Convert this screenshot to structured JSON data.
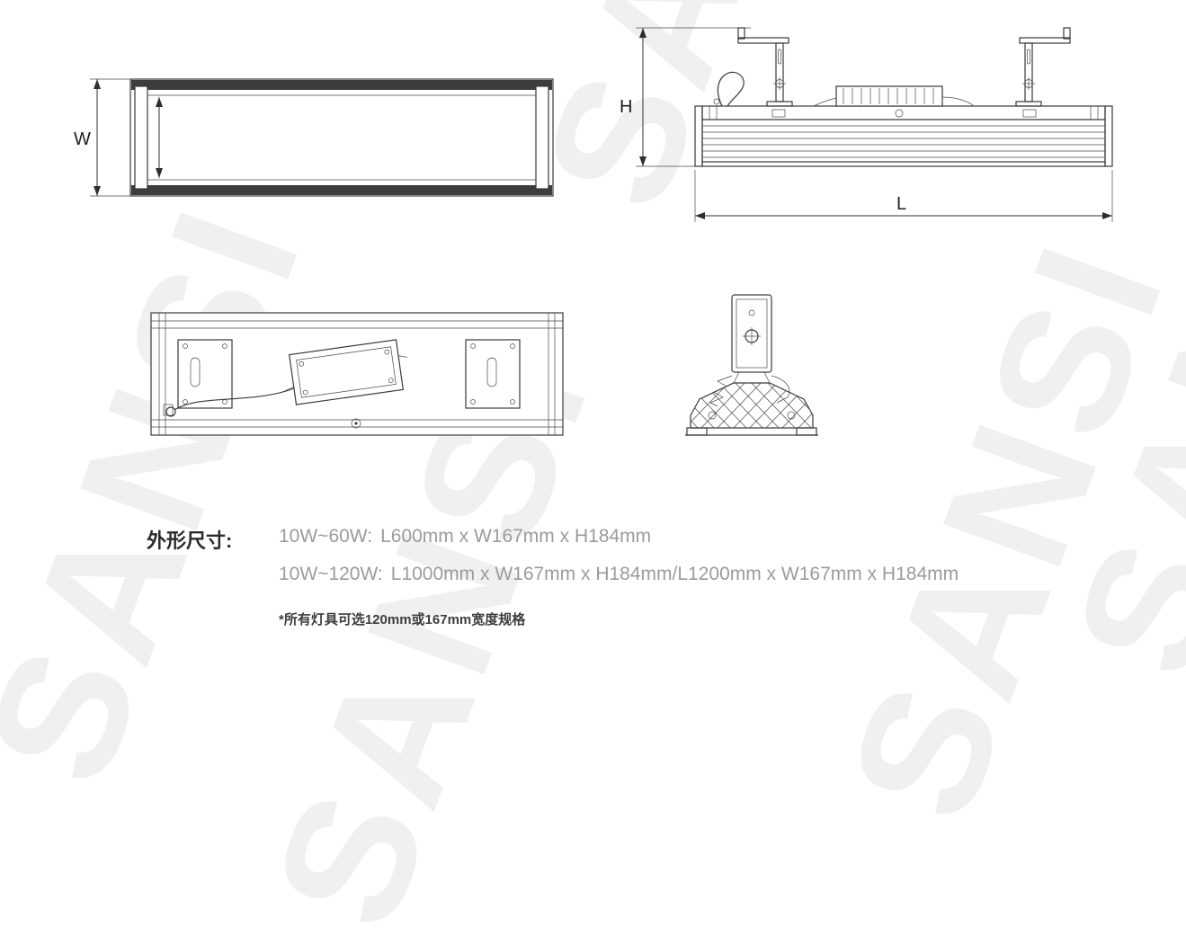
{
  "watermark": {
    "brand": "SANSI"
  },
  "drawing": {
    "labels": {
      "width": "W",
      "height": "H",
      "length": "L"
    }
  },
  "specs": {
    "heading": "外形尺寸:",
    "lines": [
      {
        "range": "10W~60W:",
        "dims": "L600mm x W167mm x H184mm"
      },
      {
        "range": "10W~120W:",
        "dims": "L1000mm x W167mm x H184mm/L1200mm x W167mm x H184mm"
      }
    ],
    "footnote": "*所有灯具可选120mm或167mm宽度规格"
  }
}
